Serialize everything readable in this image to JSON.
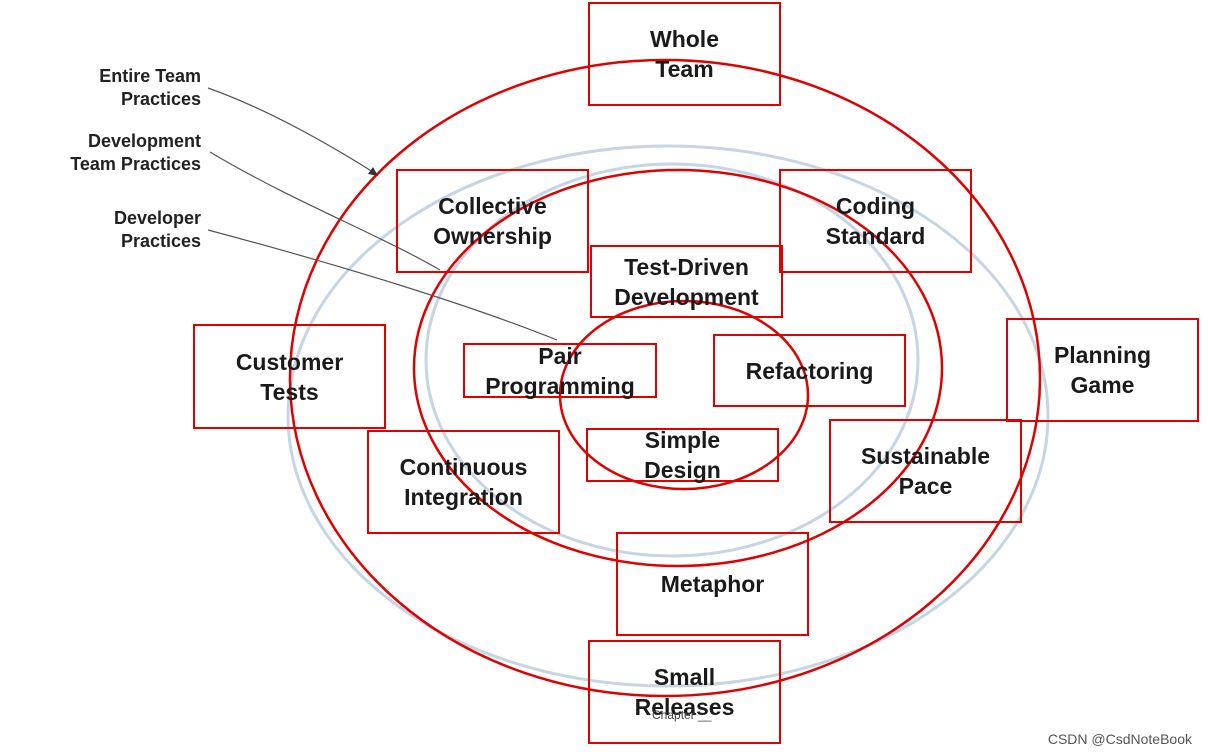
{
  "levels": {
    "entire_team": "Entire Team\nPractices",
    "development_team": "Development\nTeam Practices",
    "developer": "Developer\nPractices"
  },
  "practices": {
    "whole_team": "Whole\nTeam",
    "collective_ownership": "Collective\nOwnership",
    "coding_standard": "Coding\nStandard",
    "test_driven_development": "Test-Driven\nDevelopment",
    "customer_tests": "Customer\nTests",
    "pair_programming": "Pair\nProgramming",
    "refactoring": "Refactoring",
    "planning_game": "Planning\nGame",
    "continuous_integration": "Continuous\nIntegration",
    "simple_design": "Simple\nDesign",
    "sustainable_pace": "Sustainable\nPace",
    "metaphor": "Metaphor",
    "small_releases": "Small\nReleases"
  },
  "footer": {
    "page_label": "Chapter __ ",
    "watermark": "CSDN @CsdNoteBook"
  },
  "colors": {
    "ring_red": "#e00000",
    "ring_blue": "#c5d5e4",
    "text": "#1a1a1a"
  }
}
